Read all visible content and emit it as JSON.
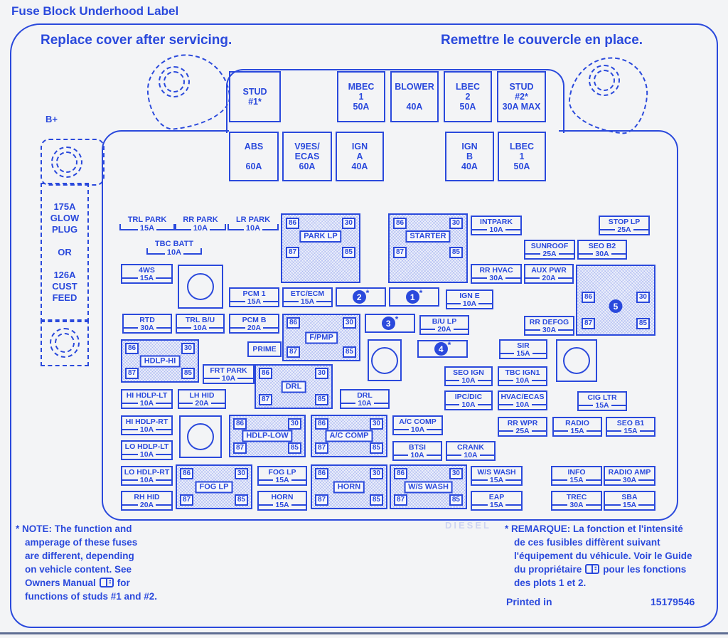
{
  "title": "Fuse Block  Underhood Label",
  "notices": {
    "en": "Replace cover after servicing.",
    "fr": "Remettre le couvercle en place."
  },
  "b_plus": "B+",
  "feed_text": "175A\nGLOW\nPLUG\n\nOR\n\n126A\nCUST\nFEED",
  "maxi_fuses": {
    "stud1": "STUD\n#1*",
    "mbec": "MBEC\n1\n50A",
    "blower": "BLOWER\n\n40A",
    "lbec2": "LBEC\n2\n50A",
    "stud2": "STUD\n#2*\n30A MAX",
    "abs": "ABS\n\n60A",
    "v9es": "V9ES/\nECAS\n60A",
    "ign_a": "IGN\nA\n40A",
    "ign_b": "IGN\nB\n40A",
    "lbec1": "LBEC\n1\n50A"
  },
  "relay_terminals": {
    "tl": "86",
    "tr": "30",
    "bl": "87",
    "br": "85"
  },
  "relays": {
    "park_lp": "PARK LP",
    "starter": "STARTER",
    "fpmp": "F/PMP",
    "hdlp_hi": "HDLP-HI",
    "drl": "DRL",
    "hdlp_low": "HDLP-LOW",
    "ac_comp": "A/C COMP",
    "fog_lp": "FOG LP",
    "horn": "HORN",
    "ws_wash": "W/S WASH"
  },
  "numbered": {
    "n1": "1",
    "n2": "2",
    "n3": "3",
    "n4": "4",
    "n5": "5",
    "star": "*"
  },
  "prime_label": "PRIME",
  "faded_text": "DIESEL",
  "fuses": {
    "trl_park": {
      "label": "TRL PARK",
      "amp": "15A"
    },
    "rr_park": {
      "label": "RR PARK",
      "amp": "10A"
    },
    "lr_park": {
      "label": "LR PARK",
      "amp": "10A"
    },
    "tbc_batt": {
      "label": "TBC BATT",
      "amp": "10A"
    },
    "intpark": {
      "label": "INTPARK",
      "amp": "10A"
    },
    "stop_lp": {
      "label": "STOP LP",
      "amp": "25A"
    },
    "sunroof": {
      "label": "SUNROOF",
      "amp": "25A"
    },
    "seo_b2": {
      "label": "SEO B2",
      "amp": "30A"
    },
    "four_ws": {
      "label": "4WS",
      "amp": "15A"
    },
    "rr_hvac": {
      "label": "RR HVAC",
      "amp": "30A"
    },
    "aux_pwr": {
      "label": "AUX PWR",
      "amp": "20A"
    },
    "pcm_1": {
      "label": "PCM 1",
      "amp": "15A"
    },
    "etc_ecm": {
      "label": "ETC/ECM",
      "amp": "15A"
    },
    "ign_e": {
      "label": "IGN E",
      "amp": "10A"
    },
    "rtd": {
      "label": "RTD",
      "amp": "30A"
    },
    "trl_bu": {
      "label": "TRL B/U",
      "amp": "10A"
    },
    "pcm_b": {
      "label": "PCM B",
      "amp": "20A"
    },
    "bu_lp": {
      "label": "B/U LP",
      "amp": "20A"
    },
    "rr_defog": {
      "label": "RR DEFOG",
      "amp": "30A"
    },
    "sir": {
      "label": "SIR",
      "amp": "15A"
    },
    "seo_ign": {
      "label": "SEO IGN",
      "amp": "10A"
    },
    "tbc_ign1": {
      "label": "TBC IGN1",
      "amp": "10A"
    },
    "frt_park": {
      "label": "FRT PARK",
      "amp": "10A"
    },
    "hi_hdlp_lt": {
      "label": "HI HDLP-LT",
      "amp": "10A"
    },
    "lh_hid": {
      "label": "LH HID",
      "amp": "20A"
    },
    "drl_fuse": {
      "label": "DRL",
      "amp": "10A"
    },
    "ipc_dic": {
      "label": "IPC/DIC",
      "amp": "10A"
    },
    "hvac_ecas": {
      "label": "HVAC/ECAS",
      "amp": "10A"
    },
    "cig_ltr": {
      "label": "CIG LTR",
      "amp": "15A"
    },
    "hi_hdlp_rt": {
      "label": "HI HDLP-RT",
      "amp": "10A"
    },
    "lo_hdlp_lt": {
      "label": "LO HDLP-LT",
      "amp": "10A"
    },
    "ac_comp_fuse": {
      "label": "A/C COMP",
      "amp": "10A"
    },
    "btsi": {
      "label": "BTSI",
      "amp": "10A"
    },
    "crank": {
      "label": "CRANK",
      "amp": "10A"
    },
    "rr_wpr": {
      "label": "RR WPR",
      "amp": "25A"
    },
    "radio": {
      "label": "RADIO",
      "amp": "15A"
    },
    "seo_b1": {
      "label": "SEO B1",
      "amp": "15A"
    },
    "lo_hdlp_rt": {
      "label": "LO HDLP-RT",
      "amp": "10A"
    },
    "rh_hid": {
      "label": "RH HID",
      "amp": "20A"
    },
    "fog_lp_fuse": {
      "label": "FOG LP",
      "amp": "15A"
    },
    "horn_fuse": {
      "label": "HORN",
      "amp": "15A"
    },
    "ws_wash_fuse": {
      "label": "W/S WASH",
      "amp": "15A"
    },
    "eap": {
      "label": "EAP",
      "amp": "15A"
    },
    "info": {
      "label": "INFO",
      "amp": "15A"
    },
    "radio_amp": {
      "label": "RADIO AMP",
      "amp": "30A"
    },
    "trec": {
      "label": "TREC",
      "amp": "30A"
    },
    "sba": {
      "label": "SBA",
      "amp": "15A"
    }
  },
  "notes": {
    "en": [
      "* NOTE:  The function and",
      "amperage of these fuses",
      "are different, depending",
      "on vehicle content.  See"
    ],
    "en_icon_line": {
      "before": "Owners Manual",
      "after": "for"
    },
    "en_last": "functions of studs #1 and #2.",
    "fr": [
      "* REMARQUE:  La fonction et l'intensité",
      "de ces fusibles diffèrent suivant",
      "l'équipement du véhicule. Voir le Guide"
    ],
    "fr_icon_line": {
      "before": "du propriétaire",
      "after": "pour les fonctions"
    },
    "fr_last": "des plots 1 et 2."
  },
  "footer": {
    "printed_in": "Printed in",
    "part_number": "15179546"
  }
}
